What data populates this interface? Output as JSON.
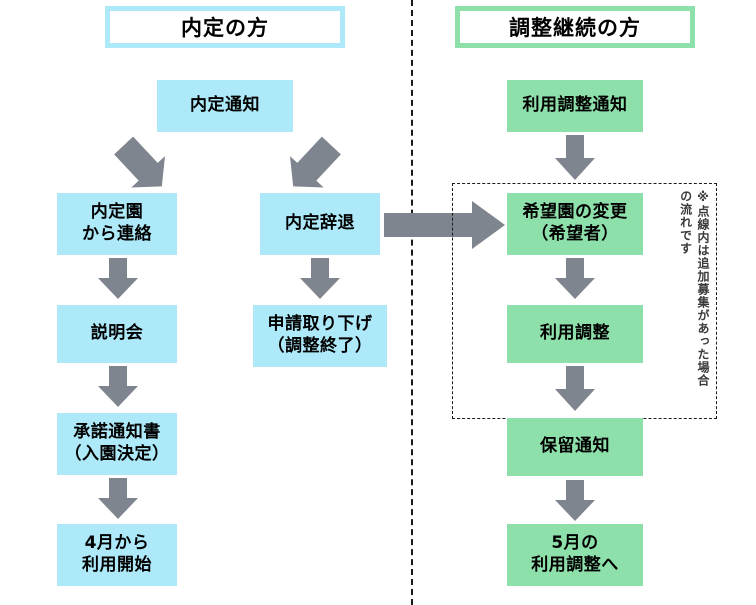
{
  "diagram": {
    "title_left": "内定の方",
    "title_right": "調整継続の方",
    "colors": {
      "blue_fill": "#ade9f9",
      "green_fill": "#8ee0ab",
      "arrow_gray": "#7f858e",
      "text": "#000000",
      "divider": "#1a1a1a"
    },
    "annotation": {
      "line1": "※点線内は追加募集があった場合",
      "line2": "の流れです"
    },
    "nodes": {
      "naitei_tsuchi": "内定通知",
      "naiteien_renraku_l1": "内定園",
      "naiteien_renraku_l2": "から連絡",
      "setsumeikai": "説明会",
      "shodaku_l1": "承諾通知書",
      "shodaku_l2": "（入園決定）",
      "shigatsu_l1": "4月から",
      "shigatsu_l2": "利用開始",
      "naitei_jitai": "内定辞退",
      "shinsei_l1": "申請取り下げ",
      "shinsei_l2": "（調整終了）",
      "riyo_chosei_tsuchi": "利用調整通知",
      "kibo_henko_l1": "希望園の変更",
      "kibo_henko_l2": "（希望者）",
      "riyo_chosei": "利用調整",
      "horyu_tsuchi": "保留通知",
      "gogatsu_l1": "5月の",
      "gogatsu_l2": "利用調整へ"
    }
  }
}
